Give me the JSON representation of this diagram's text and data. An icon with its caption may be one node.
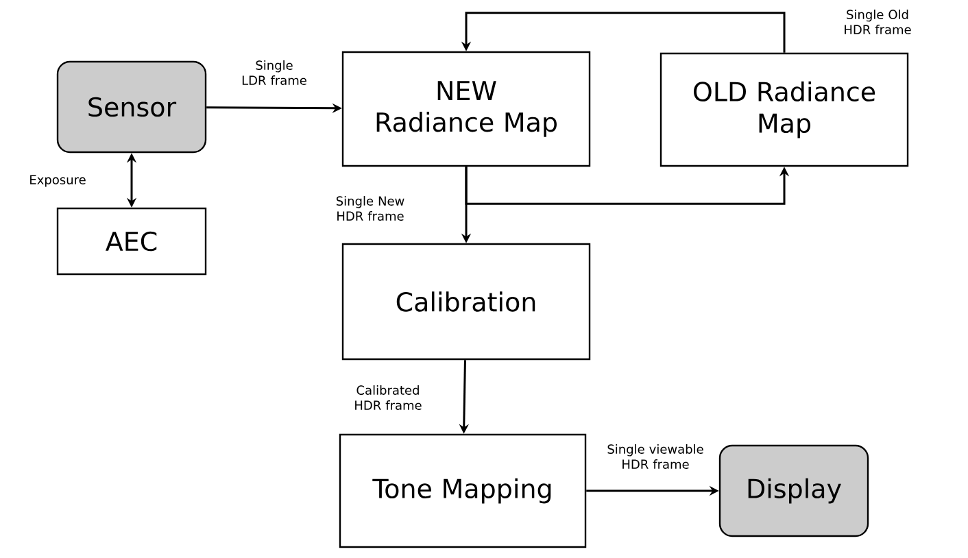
{
  "diagram": {
    "nodes": [
      {
        "text": [
          "Sensor"
        ]
      },
      {
        "text": [
          "AEC"
        ]
      },
      {
        "text": [
          "NEW Radiance Map"
        ]
      },
      {
        "text": [
          "OLD Radiance Map"
        ]
      },
      {
        "text": [
          "Calibration"
        ]
      },
      {
        "text": [
          "Tone Mapping"
        ]
      },
      {
        "text": [
          "Display"
        ]
      }
    ],
    "edges": [
      {
        "from": 0,
        "to": 2,
        "arrow": "to",
        "label": "Single LDR frame"
      },
      {
        "from": 0,
        "to": 1,
        "arrow": "both",
        "label": "Exposure"
      },
      {
        "from": 3,
        "to": 2,
        "arrow": "to",
        "label": "Single Old HDR frame"
      },
      {
        "from": 2,
        "to": 4,
        "arrow": "to",
        "label": "Single New HDR frame"
      },
      {
        "from": 2,
        "to": 3,
        "arrow": "to"
      },
      {
        "from": 4,
        "to": 5,
        "arrow": "to",
        "label": "Calibrated HDR frame"
      },
      {
        "from": 5,
        "to": 6,
        "arrow": "to",
        "label": "Single viewable HDR frame"
      }
    ]
  }
}
